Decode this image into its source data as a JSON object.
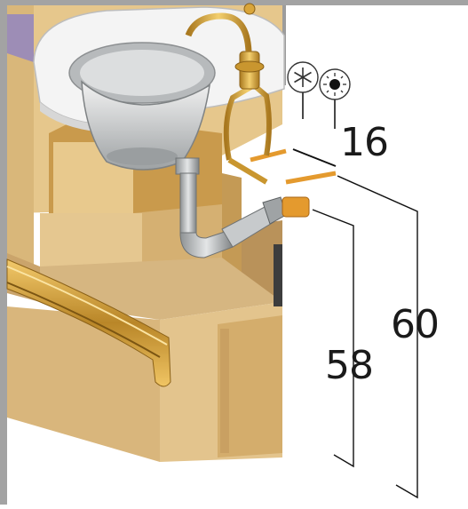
{
  "diagram": {
    "dimensions": [
      {
        "id": "cold-to-hot-spacing",
        "label": "16"
      },
      {
        "id": "drain-height",
        "label": "58"
      },
      {
        "id": "supply-height",
        "label": "60"
      }
    ],
    "icons": {
      "cold": "snowflake-icon",
      "hot": "sun-icon"
    },
    "colors": {
      "wood": "#e3bf7f",
      "wood_dark": "#b48a47",
      "brass": "#d9a53a",
      "steel": "#b9bcbe",
      "copper_pipe": "#e49a2e",
      "frame_gray": "#a3a3a3"
    }
  }
}
